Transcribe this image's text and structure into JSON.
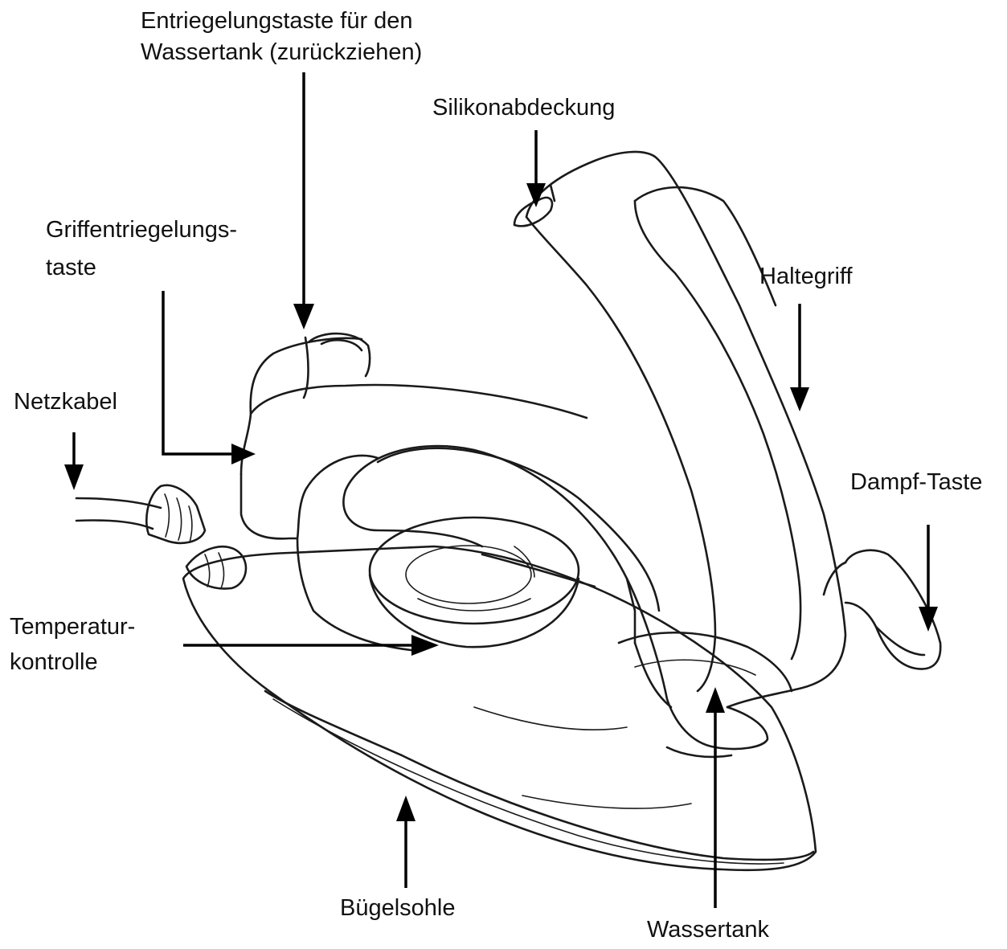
{
  "labels": {
    "tank_release_line1": "Entriegelungstaste für den",
    "tank_release_line2": "Wassertank (zurückziehen)",
    "silicone_cover": "Silikonabdeckung",
    "handle_release_line1": "Griffentriegelungs-",
    "handle_release_line2": "taste",
    "handle": "Haltegriff",
    "power_cord": "Netzkabel",
    "steam_button": "Dampf-Taste",
    "temp_control_line1": "Temperatur-",
    "temp_control_line2": "kontrolle",
    "soleplate": "Bügelsohle",
    "water_tank": "Wassertank"
  }
}
